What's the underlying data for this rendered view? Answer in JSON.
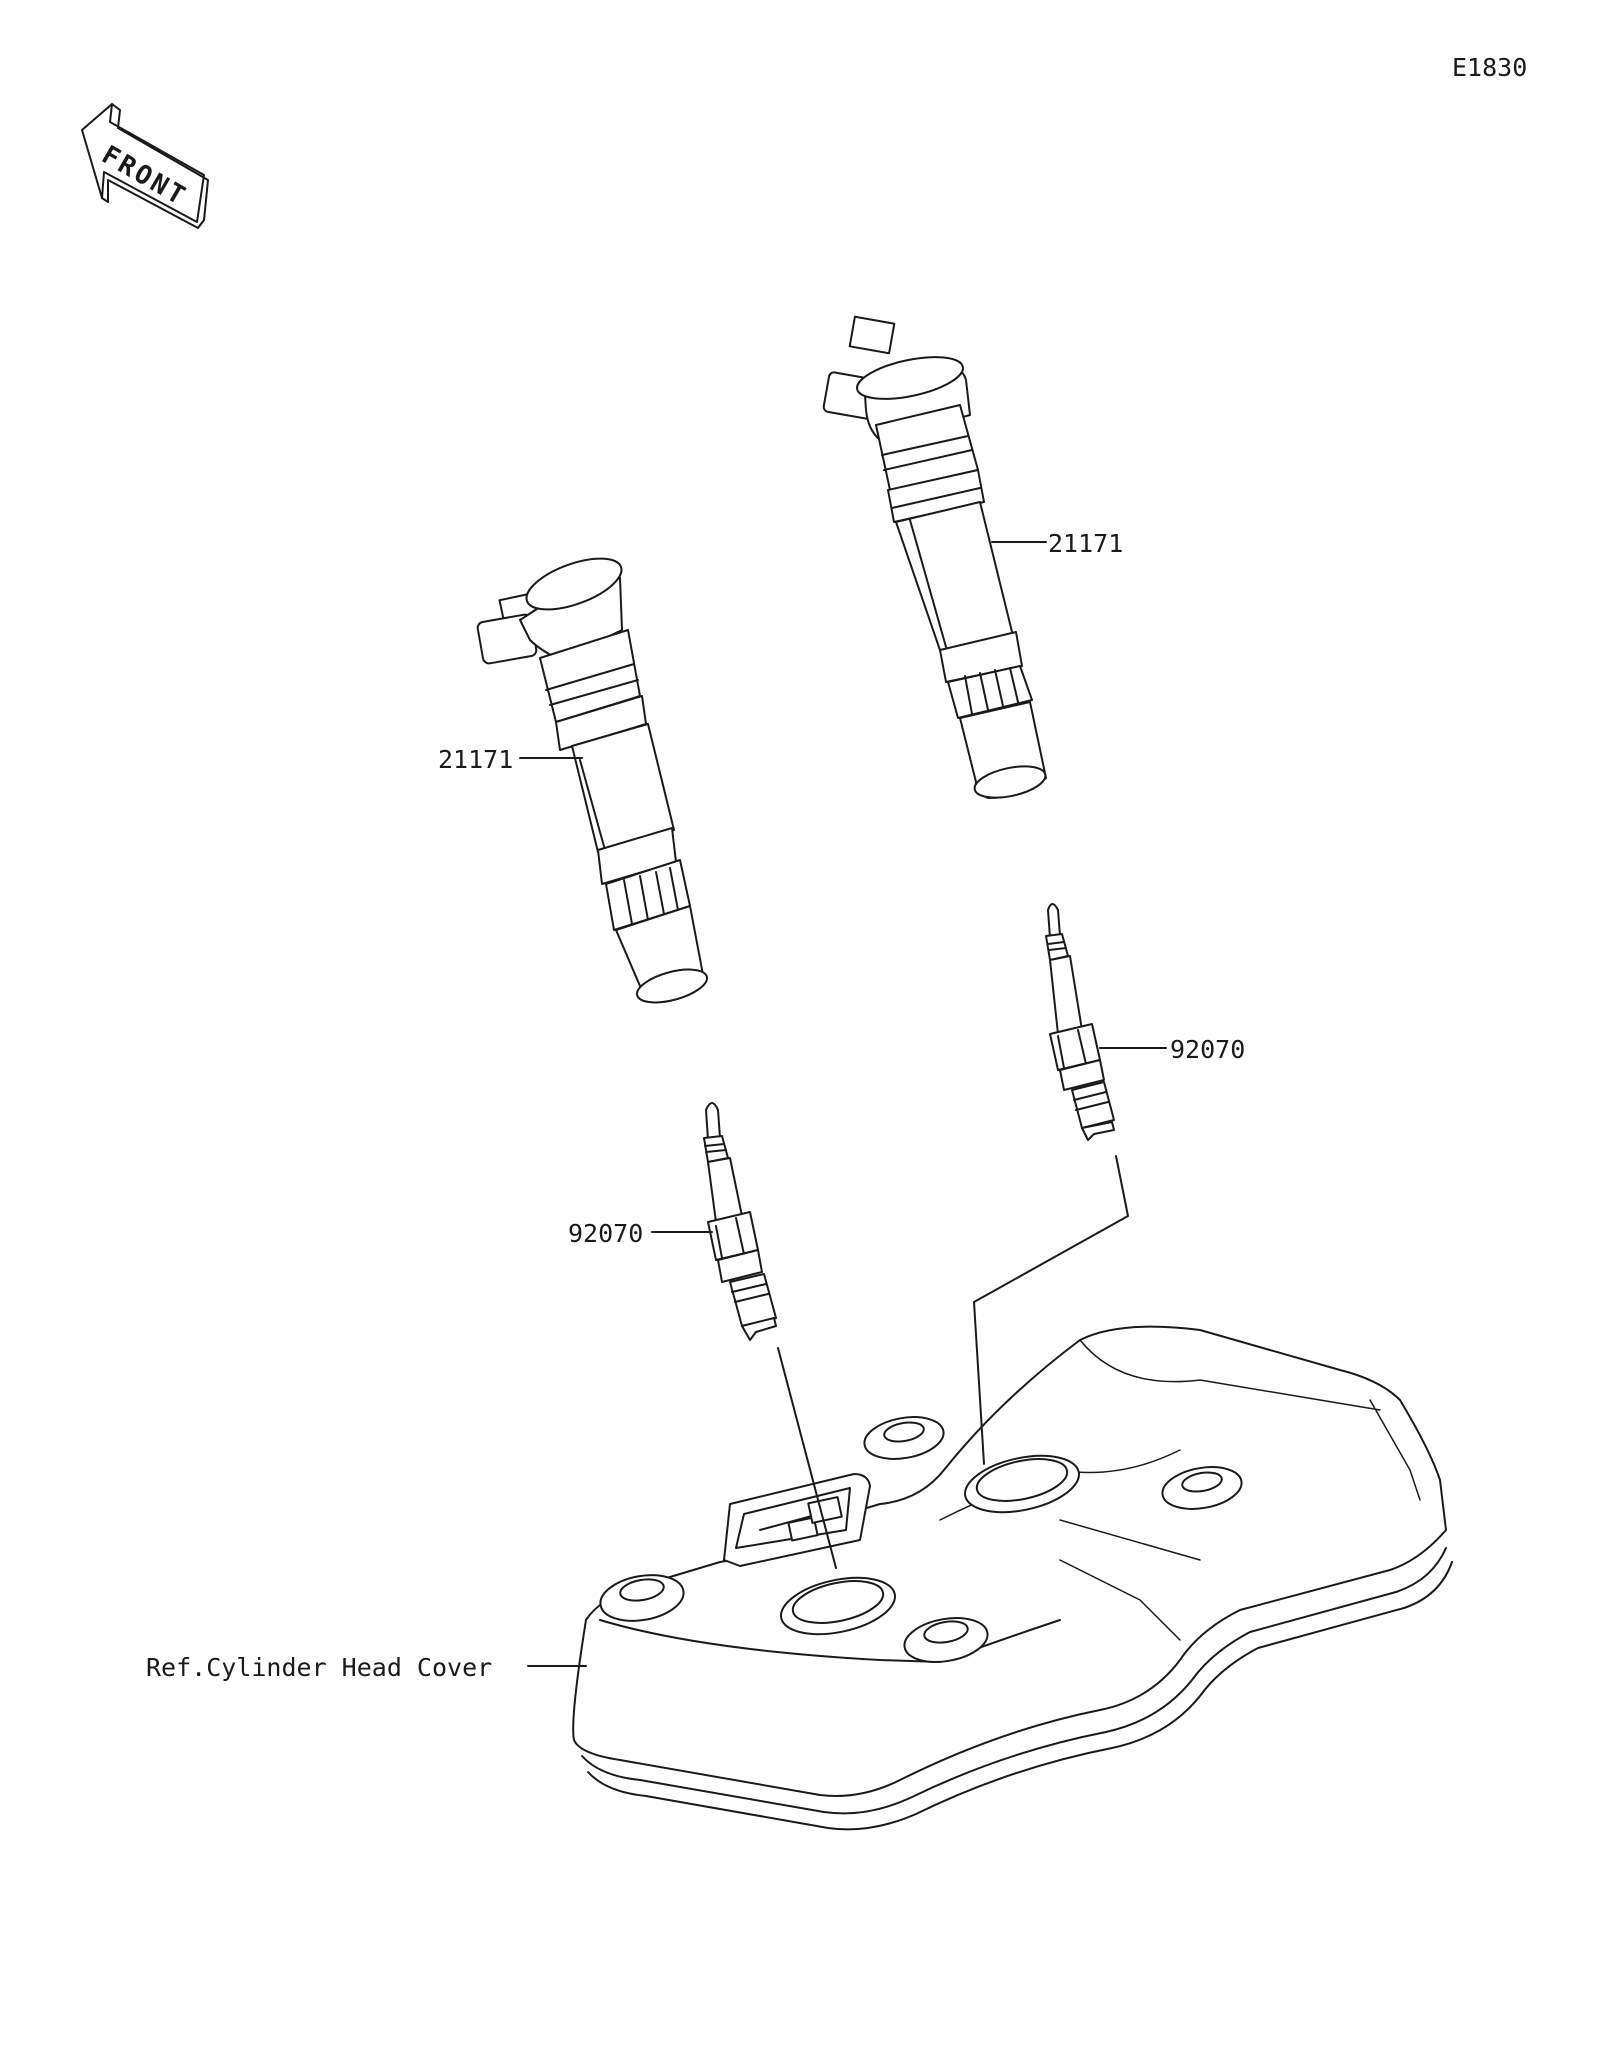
{
  "diagram_code": "E1830",
  "front_label": "FRONT",
  "callouts": {
    "coil_right": "21171",
    "coil_left": "21171",
    "plug_right": "92070",
    "plug_left": "92070",
    "ref_cover": "Ref.Cylinder Head Cover"
  }
}
